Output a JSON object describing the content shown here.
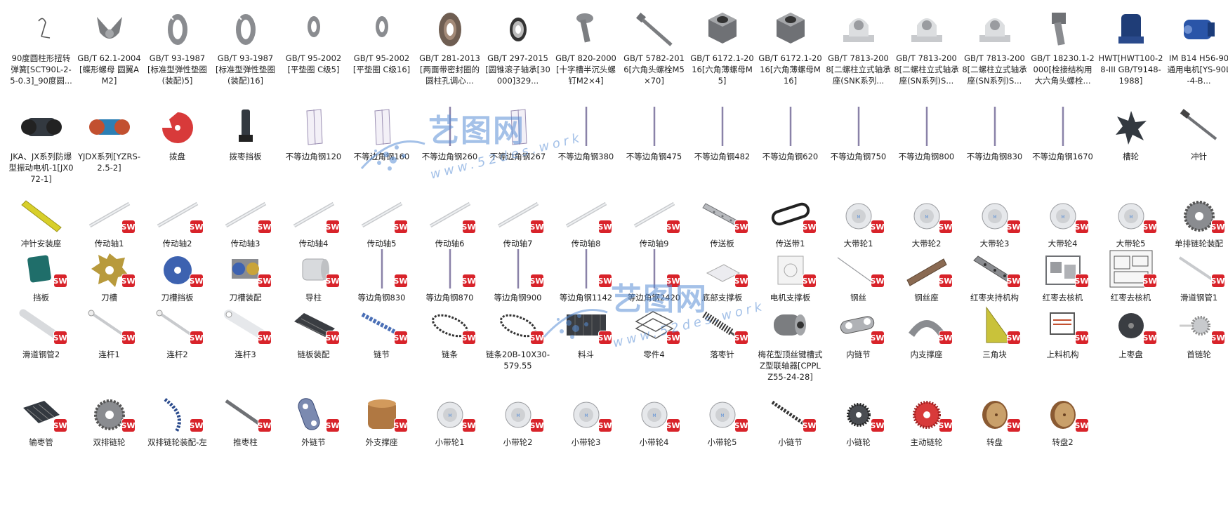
{
  "rows": [
    [
      {
        "label": "90度圆柱形扭转弹簧[SCT90L-2-5-0.3]_90度圆...",
        "icon": "spring-icon",
        "sw": false
      },
      {
        "label": "GB∕T 62.1-2004[蝶形螺母 圆翼A M2]",
        "icon": "wing-nut-icon",
        "sw": false
      },
      {
        "label": "GB∕T 93-1987[标准型弹性垫圈(装配)5]",
        "icon": "spring-washer-icon",
        "sw": false
      },
      {
        "label": "GB∕T 93-1987[标准型弹性垫圈(装配)16]",
        "icon": "spring-washer-icon",
        "sw": false
      },
      {
        "label": "GB∕T 95-2002[平垫圈 C级5]",
        "icon": "flat-washer-icon",
        "sw": false
      },
      {
        "label": "GB∕T 95-2002[平垫圈 C级16]",
        "icon": "flat-washer-icon",
        "sw": false
      },
      {
        "label": "GB∕T 281-2013[两面带密封圈的圆柱孔调心...",
        "icon": "bearing-icon",
        "sw": false
      },
      {
        "label": "GB∕T 297-2015[圆锥滚子轴承[30000]329...",
        "icon": "taper-bearing-icon",
        "sw": false
      },
      {
        "label": "GB∕T 820-2000[十字槽半沉头螺钉M2×4]",
        "icon": "screw-icon",
        "sw": false
      },
      {
        "label": "GB∕T 5782-2016[六角头螺栓M5×70]",
        "icon": "bolt-icon",
        "sw": false
      },
      {
        "label": "GB∕T 6172.1-2016[六角薄螺母M5]",
        "icon": "hex-nut-icon",
        "sw": false
      },
      {
        "label": "GB∕T 6172.1-2016[六角薄螺母M16]",
        "icon": "hex-nut-icon",
        "sw": false
      },
      {
        "label": "GB∕T 7813-2008[二螺柱立式轴承座(SNK系列...",
        "icon": "pillow-block-icon",
        "sw": false
      },
      {
        "label": "GB∕T 7813-2008[二螺柱立式轴承座(SN系列)S...",
        "icon": "pillow-block-icon",
        "sw": false
      },
      {
        "label": "GB∕T 7813-2008[二螺柱立式轴承座(SN系列)S...",
        "icon": "pillow-block-icon",
        "sw": false
      },
      {
        "label": "GB∕T 18230.1-2000[栓接结构用大六角头螺栓...",
        "icon": "heavy-bolt-icon",
        "sw": false
      },
      {
        "label": "HWT[HWT100-28-III GB∕T9148-1988]",
        "icon": "gearbox-icon",
        "sw": false
      },
      {
        "label": "IM B14 H56-90通用电机[YS-90L-4-B...",
        "icon": "motor-icon",
        "sw": false
      }
    ],
    [
      {
        "label": "JKA、JX系列防爆型振动电机-1[JX072-1]",
        "icon": "vibration-motor-icon",
        "sw": false
      },
      {
        "label": "YJDX系列[YZRS-2.5-2]",
        "icon": "vibration-motor-blue-icon",
        "sw": false
      },
      {
        "label": "拨盘",
        "icon": "dial-plate-icon",
        "sw": false
      },
      {
        "label": "拨枣挡板",
        "icon": "baffle-icon",
        "sw": false
      },
      {
        "label": "不等边角钢120",
        "icon": "angle-steel-icon",
        "sw": false
      },
      {
        "label": "不等边角钢160",
        "icon": "angle-steel-icon",
        "sw": false
      },
      {
        "label": "不等边角钢260",
        "icon": "rod-icon",
        "sw": false
      },
      {
        "label": "不等边角钢267",
        "icon": "angle-steel-icon",
        "sw": false
      },
      {
        "label": "不等边角钢380",
        "icon": "rod-icon",
        "sw": false
      },
      {
        "label": "不等边角钢475",
        "icon": "rod-icon",
        "sw": false
      },
      {
        "label": "不等边角钢482",
        "icon": "rod-icon",
        "sw": false
      },
      {
        "label": "不等边角钢620",
        "icon": "rod-icon",
        "sw": false
      },
      {
        "label": "不等边角钢750",
        "icon": "rod-icon",
        "sw": false
      },
      {
        "label": "不等边角钢800",
        "icon": "rod-icon",
        "sw": false
      },
      {
        "label": "不等边角钢830",
        "icon": "rod-icon",
        "sw": false
      },
      {
        "label": "不等边角钢1670",
        "icon": "rod-icon",
        "sw": false
      },
      {
        "label": "槽轮",
        "icon": "geneva-wheel-icon",
        "sw": false
      },
      {
        "label": "冲针",
        "icon": "punch-needle-icon",
        "sw": false
      }
    ],
    [
      {
        "label": "冲针安装座",
        "icon": "mount-bar-icon",
        "sw": false
      },
      {
        "label": "传动轴1",
        "icon": "shaft-icon",
        "sw": true
      },
      {
        "label": "传动轴2",
        "icon": "shaft-icon",
        "sw": true
      },
      {
        "label": "传动轴3",
        "icon": "shaft-icon",
        "sw": true
      },
      {
        "label": "传动轴4",
        "icon": "shaft-icon",
        "sw": true
      },
      {
        "label": "传动轴5",
        "icon": "shaft-icon",
        "sw": true
      },
      {
        "label": "传动轴6",
        "icon": "shaft-icon",
        "sw": true
      },
      {
        "label": "传动轴7",
        "icon": "shaft-icon",
        "sw": true
      },
      {
        "label": "传动轴8",
        "icon": "shaft-icon",
        "sw": true
      },
      {
        "label": "传动轴9",
        "icon": "shaft-icon",
        "sw": true
      },
      {
        "label": "传送板",
        "icon": "conveyor-plate-icon",
        "sw": true
      },
      {
        "label": "传送带1",
        "icon": "belt-icon",
        "sw": true
      },
      {
        "label": "大带轮1",
        "icon": "pulley-icon",
        "sw": true
      },
      {
        "label": "大带轮2",
        "icon": "pulley-icon",
        "sw": true
      },
      {
        "label": "大带轮3",
        "icon": "pulley-icon",
        "sw": true
      },
      {
        "label": "大带轮4",
        "icon": "pulley-icon",
        "sw": true
      },
      {
        "label": "大带轮5",
        "icon": "pulley-icon",
        "sw": true
      },
      {
        "label": "单排链轮装配",
        "icon": "sprocket-icon",
        "sw": true
      }
    ],
    [
      {
        "label": "挡板",
        "icon": "plate-icon",
        "sw": true
      },
      {
        "label": "刀槽",
        "icon": "cutter-slot-icon",
        "sw": true
      },
      {
        "label": "刀槽挡板",
        "icon": "disc-icon",
        "sw": true
      },
      {
        "label": "刀槽装配",
        "icon": "cutter-assembly-icon",
        "sw": true
      },
      {
        "label": "导柱",
        "icon": "guide-pillar-icon",
        "sw": true
      },
      {
        "label": "等边角钢830",
        "icon": "rod-icon",
        "sw": true
      },
      {
        "label": "等边角钢870",
        "icon": "rod-icon",
        "sw": true
      },
      {
        "label": "等边角钢900",
        "icon": "rod-icon",
        "sw": true
      },
      {
        "label": "等边角钢1142",
        "icon": "rod-icon",
        "sw": true
      },
      {
        "label": "等边角钢2420",
        "icon": "rod-icon",
        "sw": true
      },
      {
        "label": "底部支撑板",
        "icon": "support-plate-icon",
        "sw": true
      },
      {
        "label": "电机支撑板",
        "icon": "motor-plate-icon",
        "sw": true
      },
      {
        "label": "钢丝",
        "icon": "wire-icon",
        "sw": true
      },
      {
        "label": "钢丝座",
        "icon": "wire-seat-icon",
        "sw": true
      },
      {
        "label": "红枣夹持机构",
        "icon": "clamp-bar-icon",
        "sw": true
      },
      {
        "label": "红枣去核机",
        "icon": "machine-icon",
        "sw": true
      },
      {
        "label": "红枣去核机",
        "icon": "drawing-icon",
        "sw": true
      },
      {
        "label": "滑道钢管1",
        "icon": "tube-icon",
        "sw": true
      }
    ],
    [
      {
        "label": "滑道钢管2",
        "icon": "tube-thick-icon",
        "sw": true
      },
      {
        "label": "连杆1",
        "icon": "link-rod-icon",
        "sw": true
      },
      {
        "label": "连杆2",
        "icon": "link-rod-icon",
        "sw": true
      },
      {
        "label": "连杆3",
        "icon": "link-plate-icon",
        "sw": true
      },
      {
        "label": "链板装配",
        "icon": "chain-plate-icon",
        "sw": true
      },
      {
        "label": "链节",
        "icon": "chain-link-bar-icon",
        "sw": true
      },
      {
        "label": "链条",
        "icon": "chain-loop-icon",
        "sw": true
      },
      {
        "label": "链条20B-10X30-579.55",
        "icon": "chain-loop-icon",
        "sw": true
      },
      {
        "label": "料斗",
        "icon": "hopper-icon",
        "sw": true
      },
      {
        "label": "零件4",
        "icon": "frame-icon",
        "sw": true
      },
      {
        "label": "落枣针",
        "icon": "needle-brush-icon",
        "sw": true
      },
      {
        "label": "梅花型顶丝键槽式Z型联轴器[CPPLZ55-24-28]",
        "icon": "coupling-icon",
        "sw": false
      },
      {
        "label": "内链节",
        "icon": "inner-link-icon",
        "sw": true
      },
      {
        "label": "内支撑座",
        "icon": "arc-support-icon",
        "sw": true
      },
      {
        "label": "三角块",
        "icon": "triangle-icon",
        "sw": true
      },
      {
        "label": "上料机构",
        "icon": "feeder-icon",
        "sw": true
      },
      {
        "label": "上枣盘",
        "icon": "tray-icon",
        "sw": true
      },
      {
        "label": "首链轮",
        "icon": "small-sprocket-icon",
        "sw": true
      }
    ],
    [
      {
        "label": "输枣管",
        "icon": "comb-tube-icon",
        "sw": true
      },
      {
        "label": "双排链轮",
        "icon": "sprocket-icon",
        "sw": true
      },
      {
        "label": "双排链轮装配-左",
        "icon": "chain-arc-icon",
        "sw": true
      },
      {
        "label": "推枣柱",
        "icon": "push-rod-icon",
        "sw": true
      },
      {
        "label": "外链节",
        "icon": "outer-link-icon",
        "sw": true
      },
      {
        "label": "外支撑座",
        "icon": "bushing-icon",
        "sw": true
      },
      {
        "label": "小带轮1",
        "icon": "pulley-icon",
        "sw": true
      },
      {
        "label": "小带轮2",
        "icon": "pulley-icon",
        "sw": true
      },
      {
        "label": "小带轮3",
        "icon": "pulley-icon",
        "sw": true
      },
      {
        "label": "小带轮4",
        "icon": "pulley-icon",
        "sw": true
      },
      {
        "label": "小带轮5",
        "icon": "pulley-icon",
        "sw": true
      },
      {
        "label": "小链节",
        "icon": "chain-diag-icon",
        "sw": true
      },
      {
        "label": "小链轮",
        "icon": "small-sprocket-dark-icon",
        "sw": true
      },
      {
        "label": "主动链轮",
        "icon": "red-sprocket-icon",
        "sw": true
      },
      {
        "label": "转盘",
        "icon": "wood-disc-icon",
        "sw": true
      },
      {
        "label": "转盘2",
        "icon": "wood-disc-icon",
        "sw": true
      }
    ]
  ],
  "badge_text": "SW",
  "watermark": {
    "title": "艺图网",
    "url": "www.52des.work"
  },
  "colors": {
    "steel": "#8d8f93",
    "dark": "#333940",
    "red": "#d8232a",
    "blue": "#2a4a8c",
    "bronze": "#b07842",
    "green": "#2a6e6a",
    "yellow": "#c9c23a"
  }
}
